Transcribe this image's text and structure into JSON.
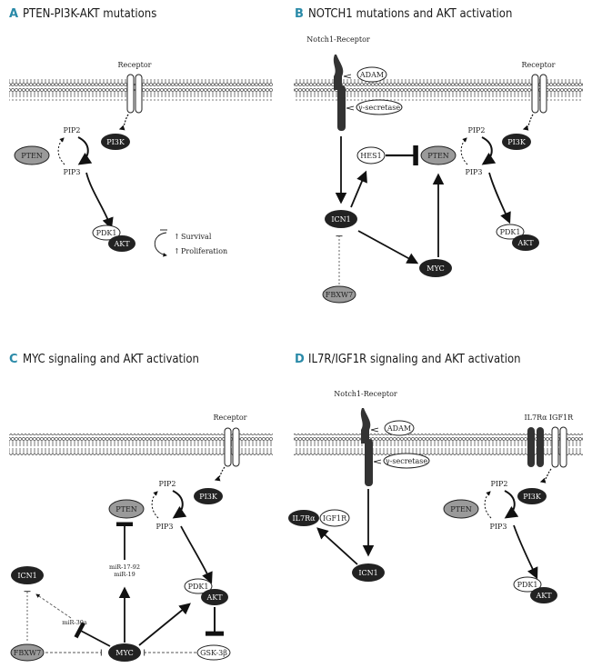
{
  "panels": {
    "a": {
      "letter": "A",
      "title": "PTEN-PI3K-AKT mutations"
    },
    "b": {
      "letter": "B",
      "title": "NOTCH1 mutations and AKT activation"
    },
    "c": {
      "letter": "C",
      "title": "MYC signaling and AKT activation"
    },
    "d": {
      "letter": "D",
      "title": "IL7R/IGF1R signaling and AKT activation"
    }
  },
  "labels": {
    "receptor": "Receptor",
    "notch1_receptor": "Notch1-Receptor",
    "adam": "ADAM",
    "gamma_secretase": "γ-secretase",
    "pip2": "PIP2",
    "pip3": "PIP3",
    "pten": "PTEN",
    "pi3k": "PI3K",
    "pdk1": "PDK1",
    "akt": "AKT",
    "survival": "Survival",
    "proliferation": "Proliferation",
    "hes1": "HES1",
    "icn1": "ICN1",
    "myc": "MYC",
    "fbxw7": "FBXW7",
    "mir17_92": "miR-17-92",
    "mir19": "miR-19",
    "mir30a": "miR-30a",
    "gsk3b": "GSK-3β",
    "il7ra": "IL7Rα",
    "igf1r": "IGF1R"
  },
  "colors": {
    "dark_node": "#222222",
    "grey_node": "#9a9a9a",
    "white_node": "#ffffff",
    "title_letter": "#2a8aa8"
  }
}
